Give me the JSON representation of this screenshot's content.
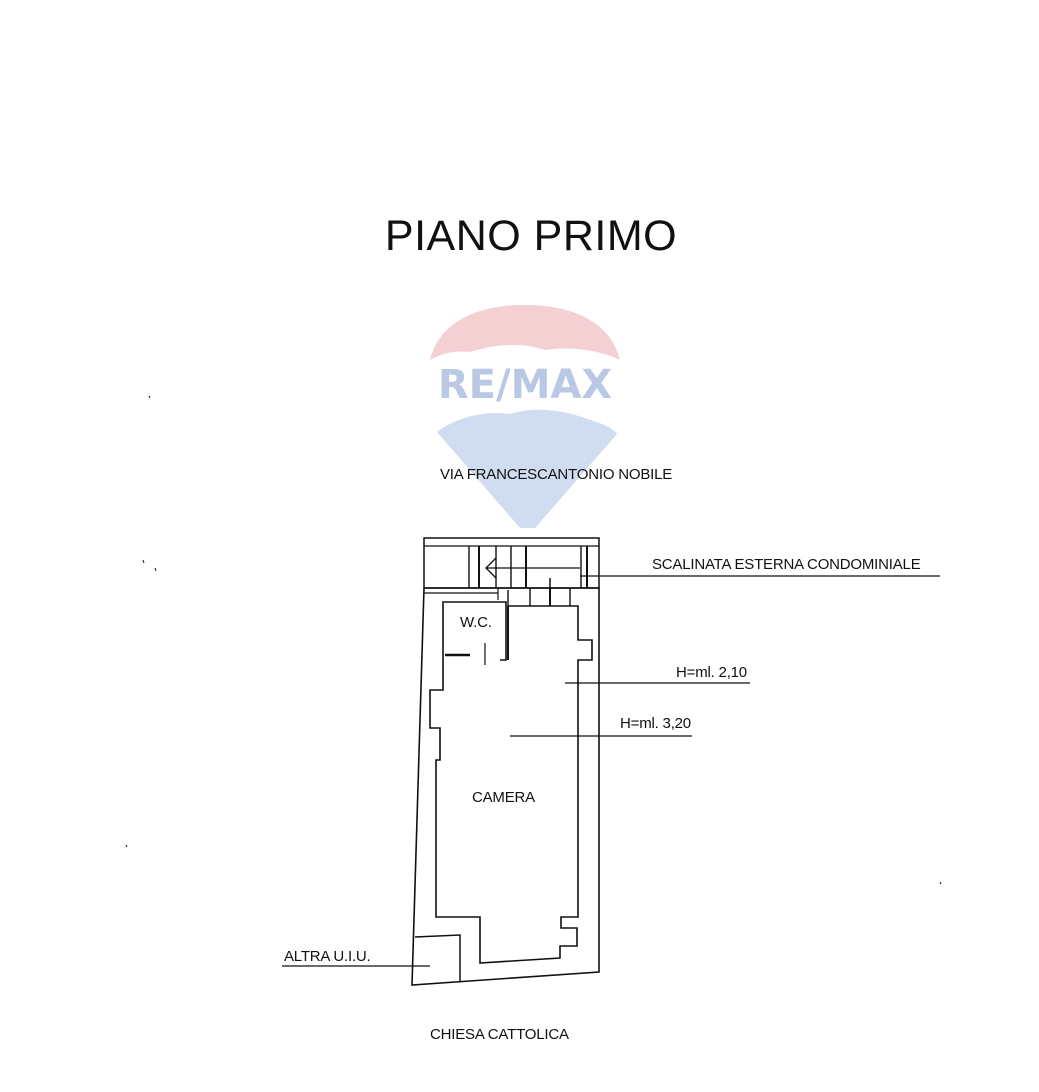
{
  "title": "PIANO PRIMO",
  "watermark": {
    "brand": "RE/MAX",
    "colors": {
      "red": "#f2c4c8",
      "blue": "#c9d6ec",
      "text": "#b9c8e4"
    }
  },
  "labels": {
    "street": "VIA FRANCESCANTONIO NOBILE",
    "stairs": "SCALINATA ESTERNA CONDOMINIALE",
    "wc": "W.C.",
    "height_1": "H=ml. 2,10",
    "height_2": "H=ml. 3,20",
    "room": "CAMERA",
    "other_unit": "ALTRA U.I.U.",
    "church": "CHIESA CATTOLICA"
  },
  "colors": {
    "line": "#111111",
    "background": "#ffffff"
  }
}
